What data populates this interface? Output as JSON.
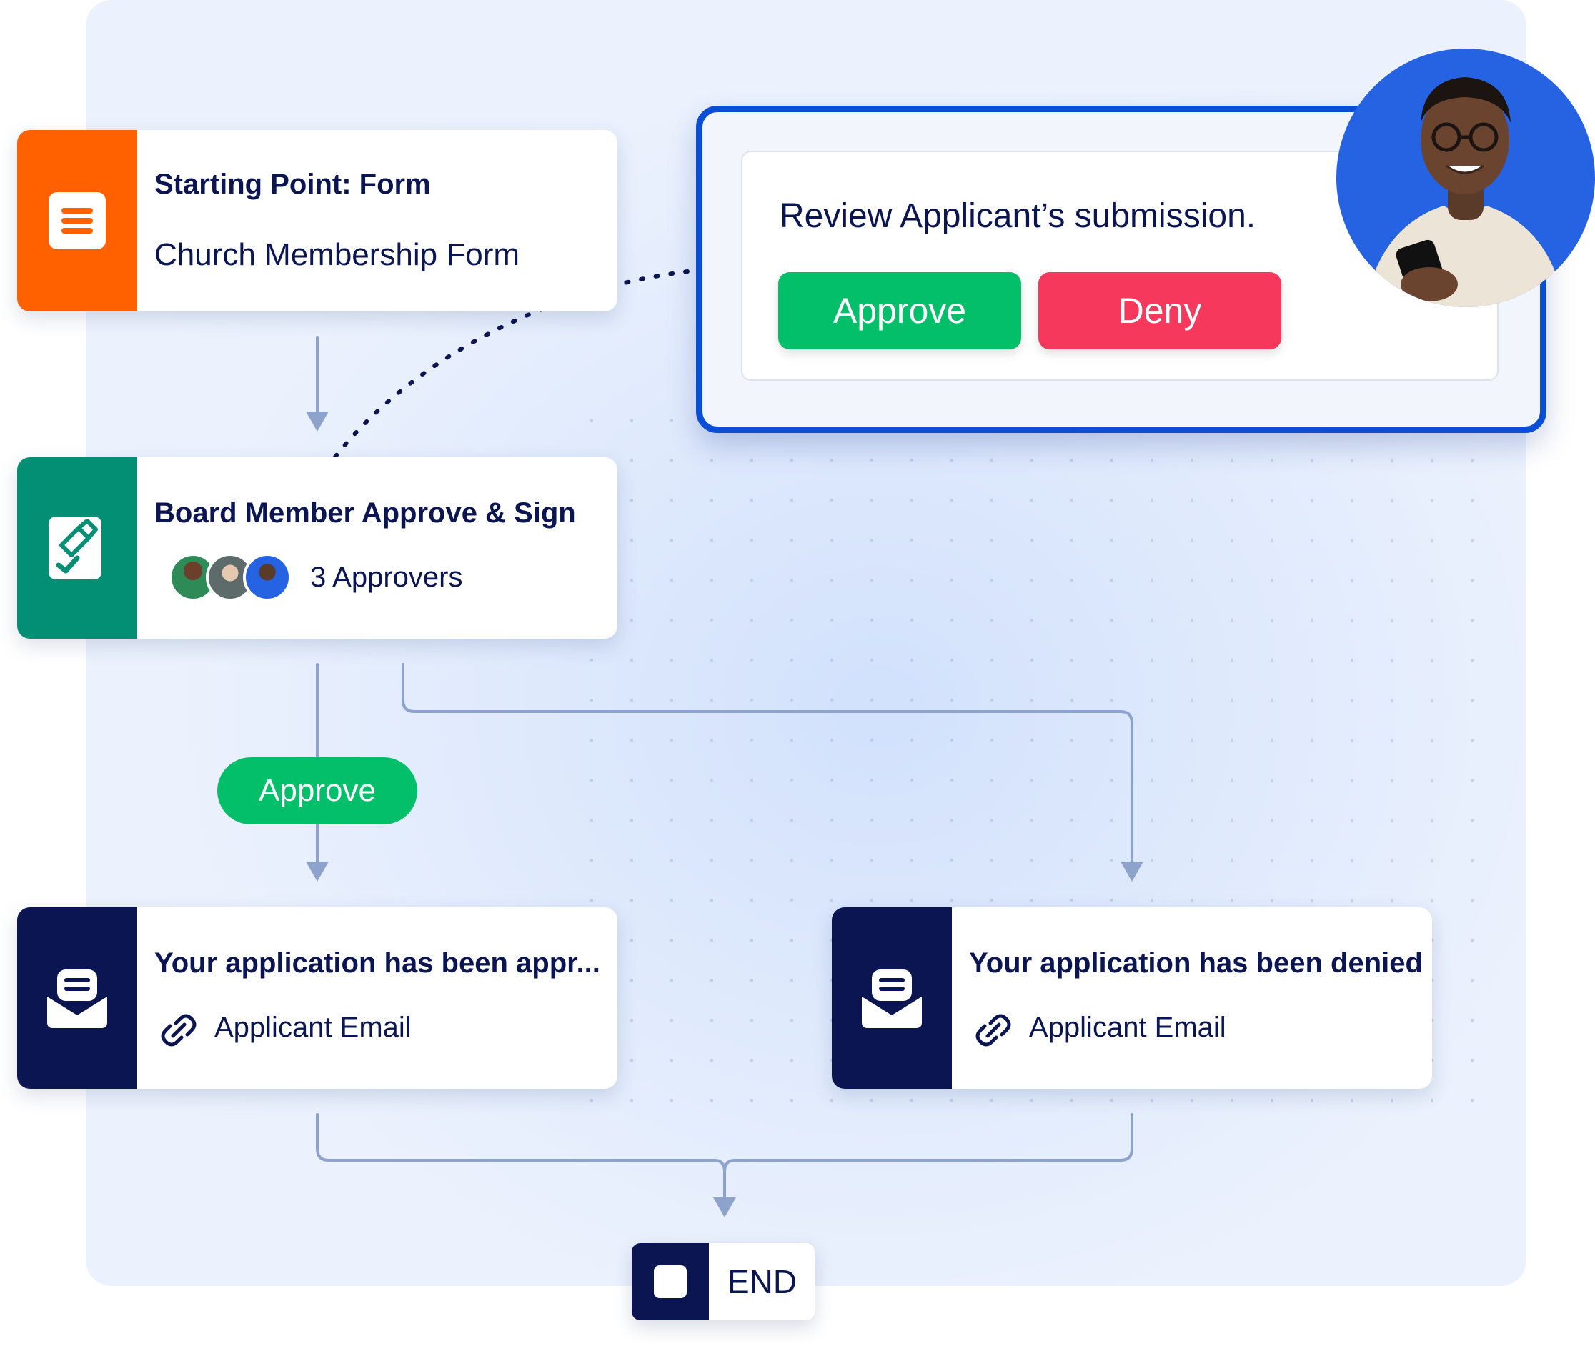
{
  "start_node": {
    "title": "Starting Point: Form",
    "subtitle": "Church Membership Form",
    "icon": "form-icon",
    "accent": "#ff6100"
  },
  "approval_node": {
    "title": "Board Member Approve & Sign",
    "approvers_label": "3 Approvers",
    "icon": "sign-icon",
    "accent": "#028f74"
  },
  "branch_label": "Approve",
  "approved_email_node": {
    "title": "Your application has been appr...",
    "recipient": "Applicant Email",
    "icon": "email-icon"
  },
  "denied_email_node": {
    "title": "Your application has been denied",
    "recipient": "Applicant Email",
    "icon": "email-icon"
  },
  "end_node": {
    "label": "END"
  },
  "review_popup": {
    "prompt": "Review Applicant’s submission.",
    "approve_label": "Approve",
    "deny_label": "Deny"
  },
  "colors": {
    "approve": "#03bf6a",
    "deny": "#f5385b",
    "navy": "#0a1551",
    "highlight_border": "#0b4ed6"
  }
}
